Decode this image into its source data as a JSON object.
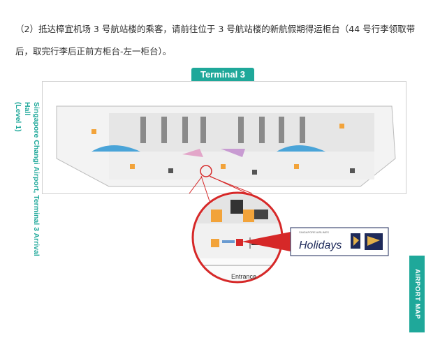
{
  "instruction": {
    "line1": "（2）抵达樟宜机场 3 号航站楼的乘客，请前往位于 3 号航站楼的新航假期得运柜台（44 号行李领取带",
    "line2": "后，取完行李后正前方柜台-左一柜台）。"
  },
  "map": {
    "terminal_label": "Terminal 3",
    "side_title_line1": "Singapore Changi Airport, Terminal 3 Arrival Hall",
    "side_title_line2": "(Level 1)",
    "side_tab": "AIRPORT MAP",
    "entrance_label": "Entrance",
    "holidays_label": "Holidays",
    "brand_small_text": "SINGAPORE AIRLINES",
    "colors": {
      "teal": "#1fa89a",
      "red": "#d62828",
      "navy": "#1e2a5a",
      "pink": "#e3a6c9",
      "blue": "#4aa4d8",
      "floor_gray": "#e6e6e6"
    }
  }
}
